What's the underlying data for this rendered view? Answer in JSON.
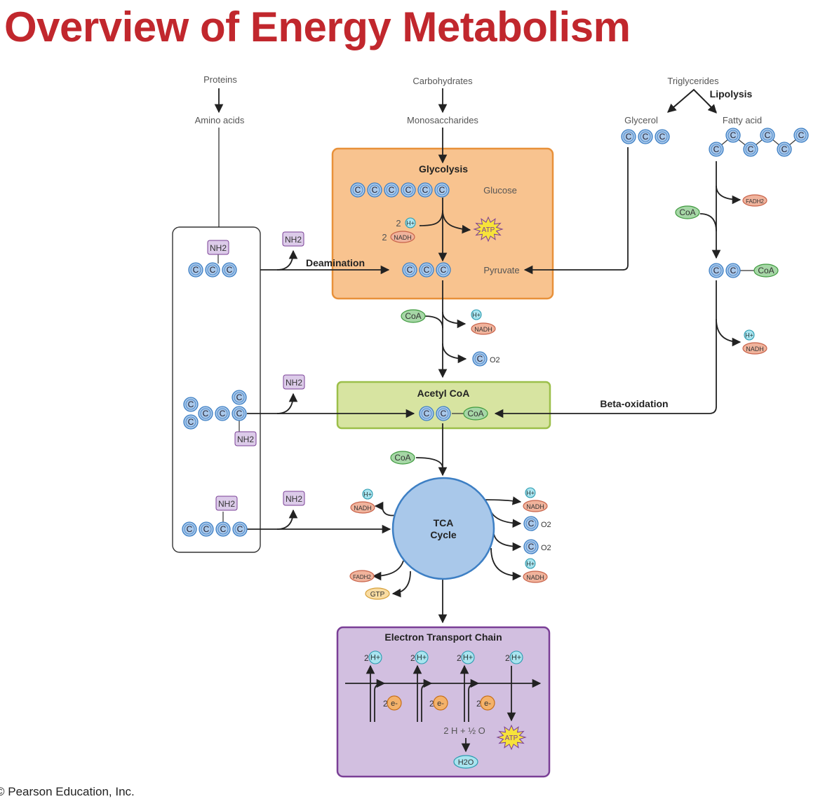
{
  "title": "Overview of Energy Metabolism",
  "copyright": "© Pearson Education, Inc.",
  "colors": {
    "title_red": "#c1272d",
    "glycolysis_box": "#f8c38f",
    "acetyl_box": "#d7e4a1",
    "tca_circle": "#a9c8ea",
    "etc_box": "#d2bfe0",
    "carbon": "#a9c8ea",
    "coa": "#a6d7a6",
    "nadh": "#f0b39c",
    "h_plus": "#a9e4ef",
    "nh2": "#dccbe9",
    "gtp": "#f9dca2",
    "atp": "#f7e33a",
    "electron": "#f4b26a"
  },
  "sources": {
    "proteins": "Proteins",
    "amino_acids": "Amino acids",
    "carbohydrates": "Carbohydrates",
    "monosaccharides": "Monosaccharides",
    "triglycerides": "Triglycerides",
    "lipolysis": "Lipolysis",
    "glycerol": "Glycerol",
    "fatty_acid": "Fatty acid"
  },
  "glycolysis": {
    "title": "Glycolysis",
    "glucose": "Glucose",
    "pyruvate": "Pyruvate",
    "two": "2",
    "atp": "ATP"
  },
  "processes": {
    "deamination": "Deamination",
    "beta_oxidation": "Beta-oxidation"
  },
  "acetyl": {
    "title": "Acetyl CoA"
  },
  "tca": {
    "line1": "TCA",
    "line2": "Cycle"
  },
  "etc": {
    "title": "Electron Transport Chain",
    "two": "2",
    "equation": "2 H + ½ O",
    "water": "H2O",
    "atp": "ATP"
  },
  "molecules": {
    "carbon": "C",
    "coa": "CoA",
    "nadh": "NADH",
    "fadh2": "FADH2",
    "h_plus": "H+",
    "nh2": "NH2",
    "gtp": "GTP",
    "electron": "e-",
    "oxygen": "O2"
  }
}
